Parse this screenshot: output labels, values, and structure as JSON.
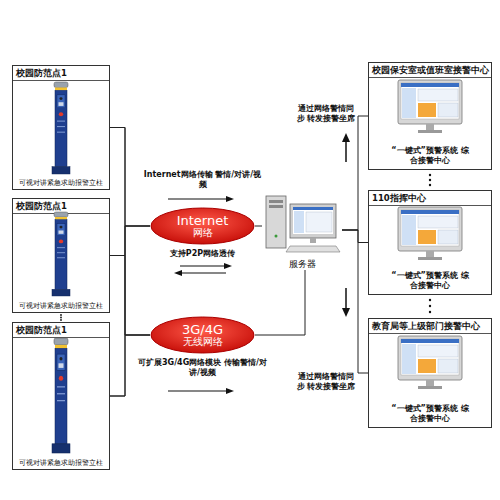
{
  "diagram": {
    "nodes": [
      {
        "text": [
          "校园防范点1",
          "可视对讲紧急求助报警立柱"
        ]
      },
      {
        "text": [
          "校园防范点1",
          "可视对讲紧急求助报警立柱"
        ]
      },
      {
        "text": [
          "校园防范点1",
          "可视对讲紧急求助报警立柱"
        ]
      },
      {
        "text": [
          "Internet",
          "网络"
        ]
      },
      {
        "text": [
          "3G/4G",
          "无线网络"
        ]
      },
      {
        "text": [
          "服务器"
        ]
      },
      {
        "text": [
          "校园保安室或值班室接警中心",
          "“一键式”预警系统 综合接警中心"
        ]
      },
      {
        "text": [
          "110指挥中心",
          "“一键式”预警系统 综合接警中心"
        ]
      },
      {
        "text": [
          "教育局等上级部门接警中心",
          "“一键式”预警系统 综合接警中心"
        ]
      }
    ],
    "edges": [
      {
        "from": 0,
        "to": 3,
        "arrow": "none"
      },
      {
        "from": 1,
        "to": 3,
        "arrow": "none"
      },
      {
        "from": 2,
        "to": 3,
        "arrow": "none"
      },
      {
        "from": 0,
        "to": 4,
        "arrow": "none"
      },
      {
        "from": 1,
        "to": 4,
        "arrow": "none"
      },
      {
        "from": 2,
        "to": 4,
        "arrow": "none"
      },
      {
        "from": 3,
        "to": 5,
        "arrow": "none"
      },
      {
        "from": 4,
        "to": 5,
        "arrow": "none"
      },
      {
        "from": 5,
        "to": 6,
        "arrow": "none"
      },
      {
        "from": 5,
        "to": 7,
        "arrow": "none"
      },
      {
        "from": 5,
        "to": 8,
        "arrow": "none"
      }
    ],
    "labels": [
      "Internet网络传输 警情/对讲/视频",
      "支持P2P网络透传",
      "可扩展3G/4G网络模块 传输警情/对讲/视频",
      "通过网络警情同步 转发接警坐席",
      "通过网络警情同步 转发接警坐席"
    ]
  }
}
